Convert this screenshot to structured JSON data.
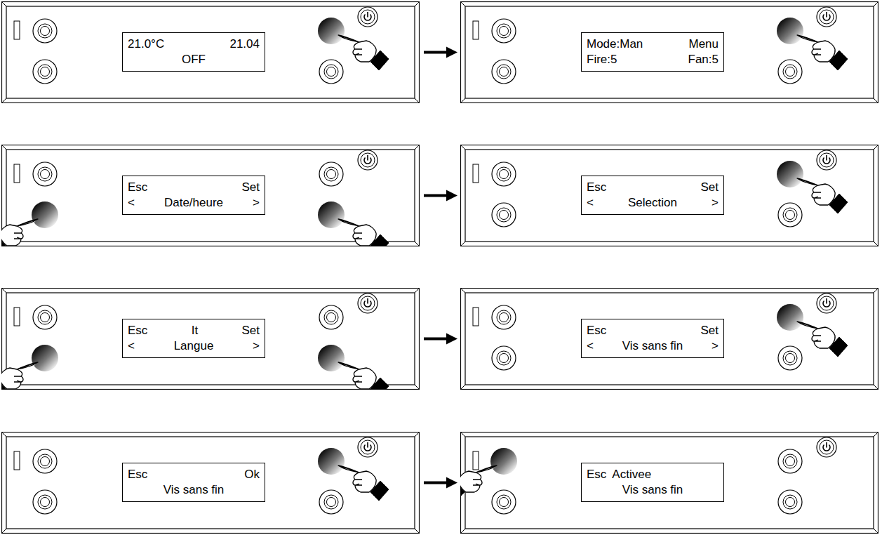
{
  "diagram": {
    "nodes": [
      {
        "text": [
          "21.0°C",
          "21.04",
          "OFF"
        ]
      },
      {
        "text": [
          "Mode:Man",
          "Menu",
          "Fire:5",
          "Fan:5"
        ]
      },
      {
        "text": [
          "Esc",
          "Set",
          "<",
          "Date/heure",
          ">"
        ]
      },
      {
        "text": [
          "Esc",
          "Set",
          "<",
          "Selection",
          ">"
        ]
      },
      {
        "text": [
          "Esc",
          "It",
          "Set",
          "<",
          "Langue",
          ">"
        ]
      },
      {
        "text": [
          "Esc",
          "Set",
          "<",
          "Vis sans fin",
          ">"
        ]
      },
      {
        "text": [
          "Esc",
          "Ok",
          "Vis sans fin"
        ]
      },
      {
        "text": [
          "Esc",
          "Activee",
          "Vis sans fin"
        ]
      }
    ],
    "edges": [
      {
        "from": 0,
        "to": 1,
        "arrow": "to"
      },
      {
        "from": 2,
        "to": 3,
        "arrow": "to"
      },
      {
        "from": 4,
        "to": 5,
        "arrow": "to"
      },
      {
        "from": 6,
        "to": 7,
        "arrow": "to"
      }
    ]
  }
}
